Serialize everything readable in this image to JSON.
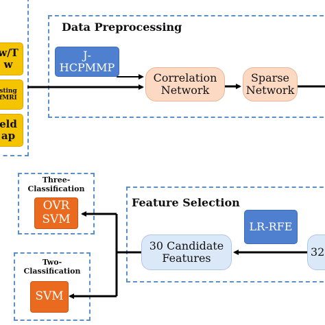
{
  "preprocessing": {
    "title": "Data Preprocessing",
    "atlas": "J-HCPMMP",
    "correlation": [
      "Correlation",
      "Network"
    ],
    "sparse": [
      "Sparse",
      "Network"
    ]
  },
  "inputs": {
    "a": [
      "w/T",
      "w"
    ],
    "b": [
      "sting",
      "fMRI"
    ],
    "c": [
      "eld",
      "ap"
    ]
  },
  "selection": {
    "title": "Feature Selection",
    "method": "LR-RFE",
    "candidates": [
      "30 Candidate",
      "Features"
    ],
    "source": "32"
  },
  "classifiers": {
    "three": {
      "title": [
        "Three-",
        "Classification"
      ],
      "model": [
        "OVR",
        "SVM"
      ]
    },
    "two": {
      "title": [
        "Two-",
        "Classification"
      ],
      "model": "SVM"
    }
  },
  "colors": {
    "dashed_border": "#5b8fc9",
    "input_yellow": "#f5c400",
    "network_peach": "#fbd9c2",
    "atlas_blue": "#4f7fcf",
    "feature_lightblue": "#dbe8f7",
    "model_orange": "#ea6b1f"
  }
}
